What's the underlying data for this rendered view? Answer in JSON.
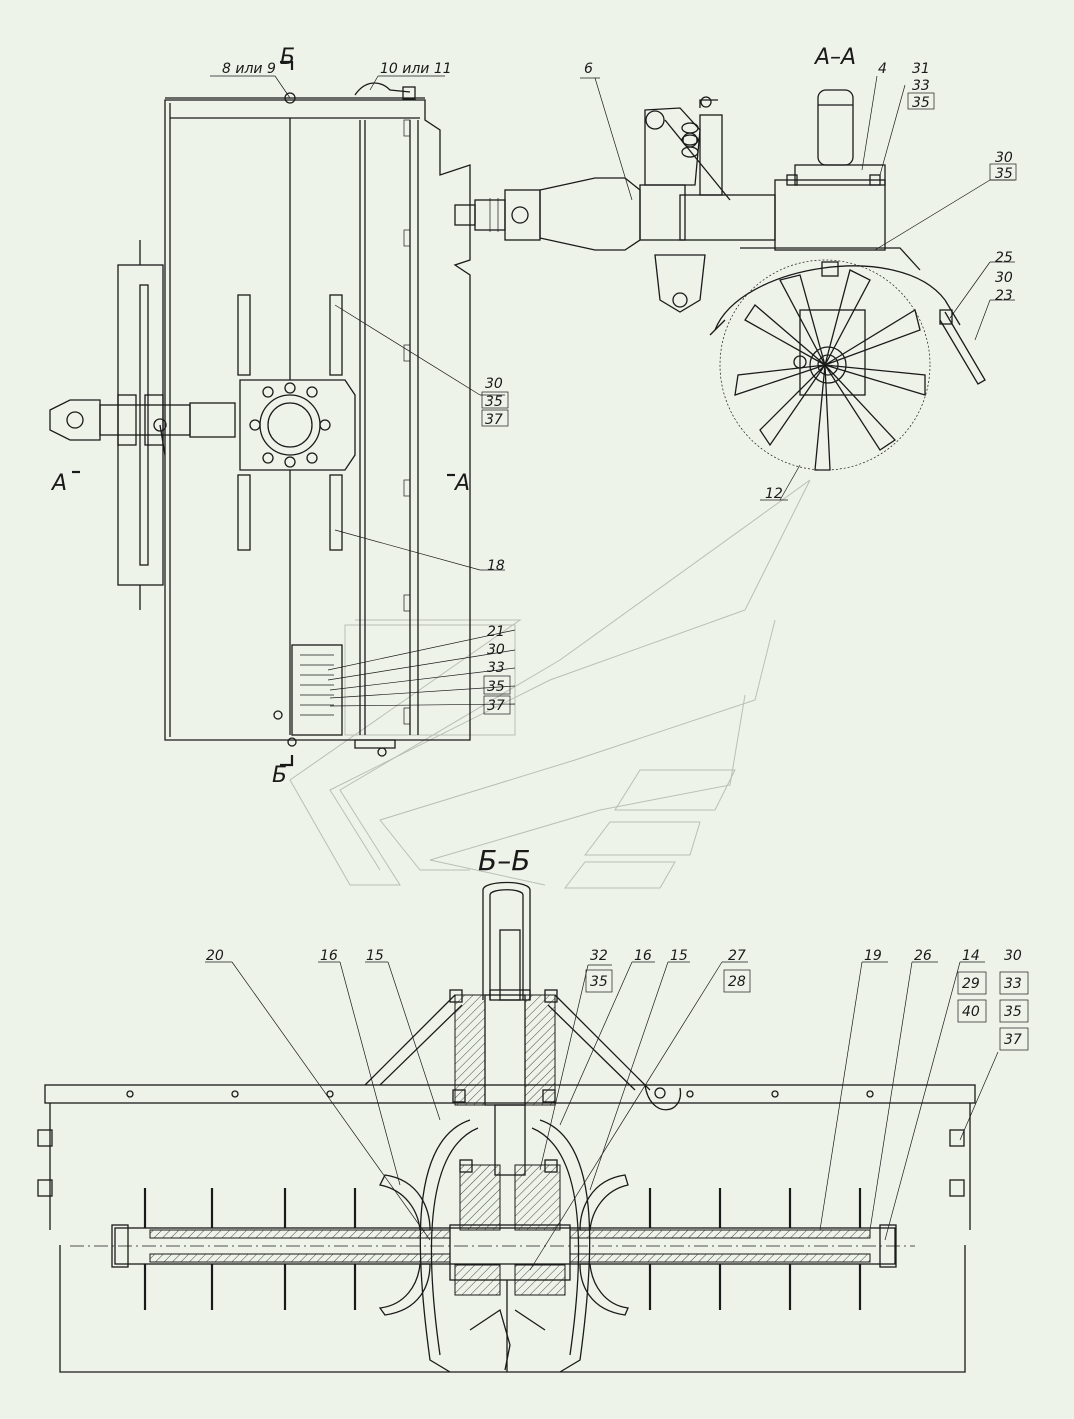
{
  "sections": {
    "aa": "А–А",
    "bb": "Б–Б",
    "a_left": "А",
    "a_right": "А",
    "b_top": "Б",
    "b_bottom": "Б"
  },
  "labels": {
    "top": [
      {
        "id": "8-9",
        "text": "8 или 9"
      },
      {
        "id": "10-11",
        "text": "10 или 11"
      },
      {
        "id": "6",
        "text": "6"
      },
      {
        "id": "4",
        "text": "4"
      },
      {
        "id": "31",
        "text": "31"
      },
      {
        "id": "33a",
        "text": "33"
      },
      {
        "id": "35a",
        "text": "35"
      },
      {
        "id": "30a",
        "text": "30"
      },
      {
        "id": "35b",
        "text": "35"
      },
      {
        "id": "25",
        "text": "25"
      },
      {
        "id": "30b",
        "text": "30"
      },
      {
        "id": "23",
        "text": "23"
      },
      {
        "id": "30c",
        "text": "30"
      },
      {
        "id": "35c",
        "text": "35"
      },
      {
        "id": "37a",
        "text": "37"
      },
      {
        "id": "12",
        "text": "12"
      },
      {
        "id": "18",
        "text": "18"
      },
      {
        "id": "21",
        "text": "21"
      },
      {
        "id": "30d",
        "text": "30"
      },
      {
        "id": "33b",
        "text": "33"
      },
      {
        "id": "35d",
        "text": "35"
      },
      {
        "id": "37b",
        "text": "37"
      }
    ],
    "bottom": [
      {
        "id": "20",
        "text": "20"
      },
      {
        "id": "16a",
        "text": "16"
      },
      {
        "id": "15a",
        "text": "15"
      },
      {
        "id": "32",
        "text": "32"
      },
      {
        "id": "35e",
        "text": "35"
      },
      {
        "id": "16b",
        "text": "16"
      },
      {
        "id": "15b",
        "text": "15"
      },
      {
        "id": "27",
        "text": "27"
      },
      {
        "id": "28",
        "text": "28"
      },
      {
        "id": "19",
        "text": "19"
      },
      {
        "id": "26",
        "text": "26"
      },
      {
        "id": "14",
        "text": "14"
      },
      {
        "id": "29",
        "text": "29"
      },
      {
        "id": "40",
        "text": "40"
      },
      {
        "id": "30e",
        "text": "30"
      },
      {
        "id": "33c",
        "text": "33"
      },
      {
        "id": "35f",
        "text": "35"
      },
      {
        "id": "37c",
        "text": "37"
      }
    ]
  }
}
